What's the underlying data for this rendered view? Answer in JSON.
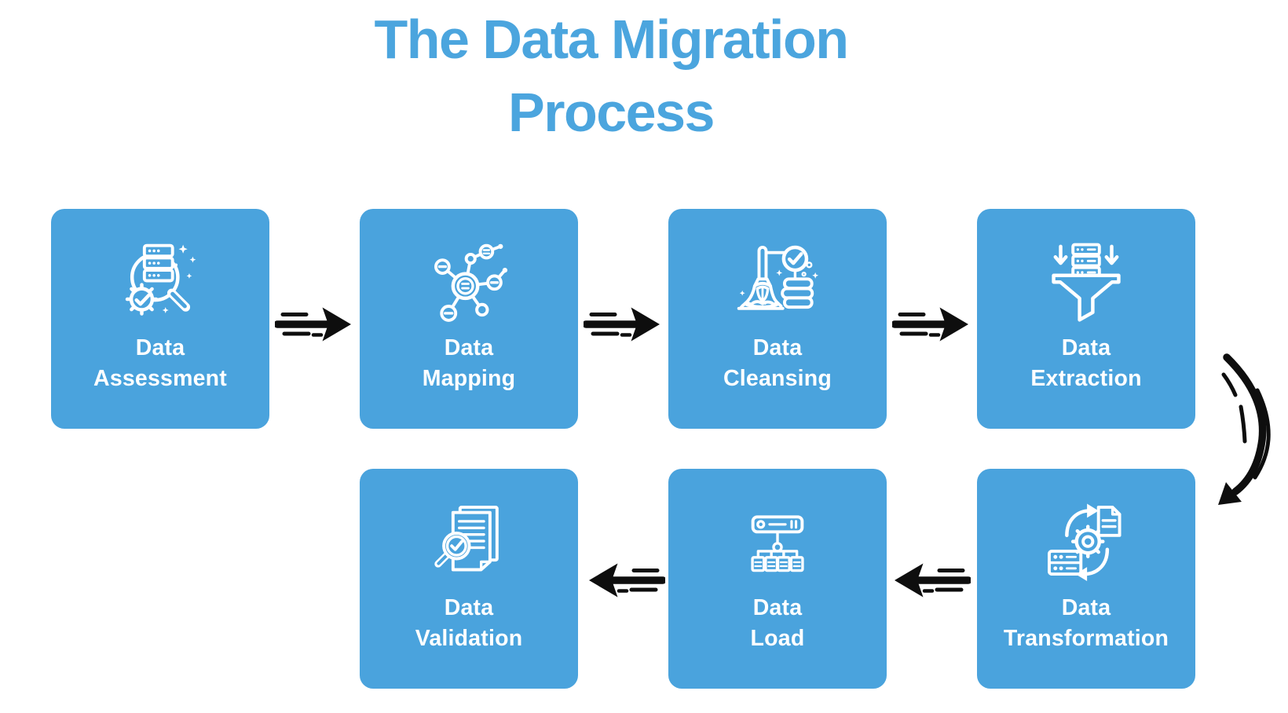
{
  "title": {
    "line1": "The Data Migration",
    "line2": "Process"
  },
  "colors": {
    "accent_blue": "#4AA3DD",
    "title_blue": "#4BA5DE",
    "arrow_black": "#0E0E0E",
    "icon_white": "#FFFFFF",
    "background": "#FFFFFF"
  },
  "steps": [
    {
      "order": 1,
      "label_line1": "Data",
      "label_line2": "Assessment",
      "icon": "database-magnifier-check-icon"
    },
    {
      "order": 2,
      "label_line1": "Data",
      "label_line2": "Mapping",
      "icon": "network-nodes-icon"
    },
    {
      "order": 3,
      "label_line1": "Data",
      "label_line2": "Cleansing",
      "icon": "broom-data-stack-icon"
    },
    {
      "order": 4,
      "label_line1": "Data",
      "label_line2": "Extraction",
      "icon": "funnel-server-icon"
    },
    {
      "order": 5,
      "label_line1": "Data",
      "label_line2": "Transformation",
      "icon": "gear-sync-document-icon"
    },
    {
      "order": 6,
      "label_line1": "Data",
      "label_line2": "Load",
      "icon": "server-distribution-icon"
    },
    {
      "order": 7,
      "label_line1": "Data",
      "label_line2": "Validation",
      "icon": "document-magnifier-check-icon"
    }
  ],
  "flow": {
    "top_row_direction": "right",
    "bottom_row_direction": "left",
    "row_connector": "curved-down-arrow"
  }
}
